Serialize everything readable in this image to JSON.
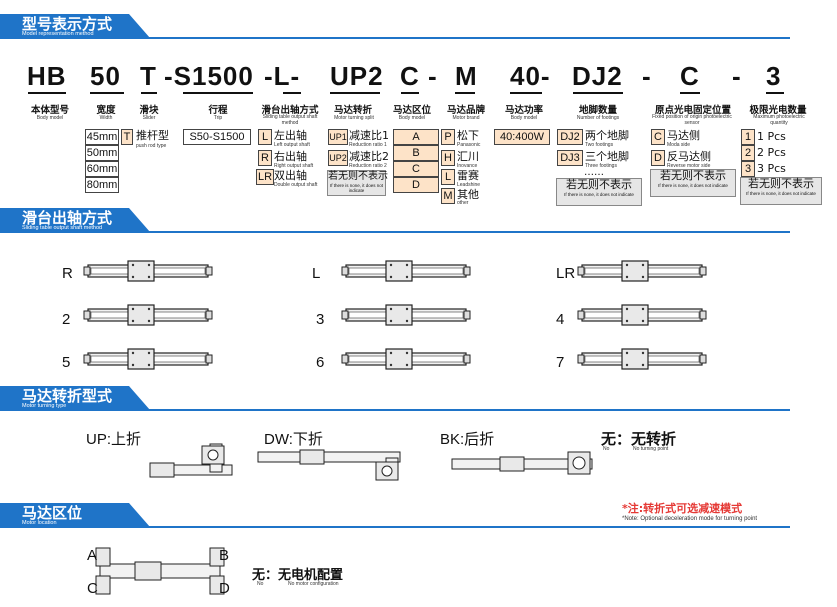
{
  "sections": {
    "model": {
      "title": "型号表示方式",
      "subtitle": "Model representation method"
    },
    "slide": {
      "title": "滑台出轴方式",
      "subtitle": "Sliding table output shaft method"
    },
    "turning": {
      "title": "马达转折型式",
      "subtitle": "Motor turning type"
    },
    "location": {
      "title": "马达区位",
      "subtitle": "Motor location"
    }
  },
  "code_parts": [
    "HB",
    "50",
    "T",
    "-S1500",
    "-L-",
    "UP2",
    "C",
    "-",
    "M",
    "40-",
    "DJ2",
    "-",
    "C",
    "-",
    "3"
  ],
  "columns": [
    {
      "zh": "本体型号",
      "en": "Body model"
    },
    {
      "zh": "宽度",
      "en": "Width"
    },
    {
      "zh": "滑块",
      "en": "Slider"
    },
    {
      "zh": "行程",
      "en": "Trip"
    },
    {
      "zh": "滑台出轴方式",
      "en": "Sliding table output shaft method"
    },
    {
      "zh": "马达转折",
      "en": "Motor turning split"
    },
    {
      "zh": "马达区位",
      "en": "Body model"
    },
    {
      "zh": "马达品牌",
      "en": "Motor brand"
    },
    {
      "zh": "马达功率",
      "en": "Body model"
    },
    {
      "zh": "地脚数量",
      "en": "Number of footings"
    },
    {
      "zh": "原点光电固定位置",
      "en": "Fixed position of origin photoelectric sensor"
    },
    {
      "zh": "极限光电数量",
      "en": "Maximum photoelectric quantity"
    }
  ],
  "widths": [
    "45mm",
    "50mm",
    "60mm",
    "80mm"
  ],
  "slider": {
    "code": "T",
    "zh": "推杆型",
    "en": "push rod type"
  },
  "trip": "S50-S1500",
  "shaft_options": [
    {
      "code": "L",
      "zh": "左出轴",
      "en": "Left output shaft"
    },
    {
      "code": "R",
      "zh": "右出轴",
      "en": "Right output shaft"
    },
    {
      "code": "LR",
      "zh": "双出轴",
      "en": "Double output shaft"
    }
  ],
  "turning_options": [
    {
      "code": "UP1",
      "zh": "减速比1",
      "en": "Reduction ratio 1"
    },
    {
      "code": "UP2",
      "zh": "减速比2",
      "en": "Reduction ratio 2"
    }
  ],
  "turning_none": {
    "zh": "若无则不表示",
    "en": "If there is none, it does not indicate"
  },
  "location_options": [
    "A",
    "B",
    "C",
    "D"
  ],
  "brand_options": [
    {
      "code": "P",
      "zh": "松下",
      "en": "Panasonic"
    },
    {
      "code": "H",
      "zh": "汇川",
      "en": "Inovance"
    },
    {
      "code": "L",
      "zh": "雷赛",
      "en": "Leadshine"
    },
    {
      "code": "M",
      "zh": "其他",
      "en": "other"
    }
  ],
  "power": "40:400W",
  "footing_options": [
    {
      "code": "DJ2",
      "zh": "两个地脚",
      "en": "Two footings"
    },
    {
      "code": "DJ3",
      "zh": "三个地脚",
      "en": "Three footings"
    }
  ],
  "footing_dots": "……",
  "footing_none": {
    "zh": "若无则不表示",
    "en": "If there is none, it does not indicate"
  },
  "origin_options": [
    {
      "code": "C",
      "zh": "马达侧",
      "en": "Moda side"
    },
    {
      "code": "D",
      "zh": "反马达侧",
      "en": "Reverse motor side"
    }
  ],
  "origin_none": {
    "zh": "若无则不表示",
    "en": "If there is none, it does not indicate"
  },
  "limit_options": [
    {
      "code": "1",
      "label": "1 Pcs"
    },
    {
      "code": "2",
      "label": "2 Pcs"
    },
    {
      "code": "3",
      "label": "3 Pcs"
    }
  ],
  "limit_none": {
    "zh": "若无则不表示",
    "en": "If there is none, it does not indicate"
  },
  "shaft_labels": [
    "R",
    "L",
    "LR",
    "2",
    "3",
    "4",
    "5",
    "6",
    "7"
  ],
  "turn_types": [
    {
      "label": "UP:上折"
    },
    {
      "label": "DW:下折"
    },
    {
      "label": "BK:后折"
    }
  ],
  "no_turn": {
    "zh": "无：无转折",
    "no": "No",
    "en": "No turning point"
  },
  "note": {
    "zh": "*注:转折式可选减速模式",
    "en": "*Note: Optional deceleration mode for turning point"
  },
  "loc_labels": [
    "A",
    "B",
    "C",
    "D"
  ],
  "no_motor": {
    "zh": "无：无电机配置",
    "no": "No",
    "en": "No motor configuration"
  },
  "colors": {
    "brand_blue": "#1f74c8",
    "option_fill": "#fde3c8",
    "note_red": "#e53935"
  }
}
